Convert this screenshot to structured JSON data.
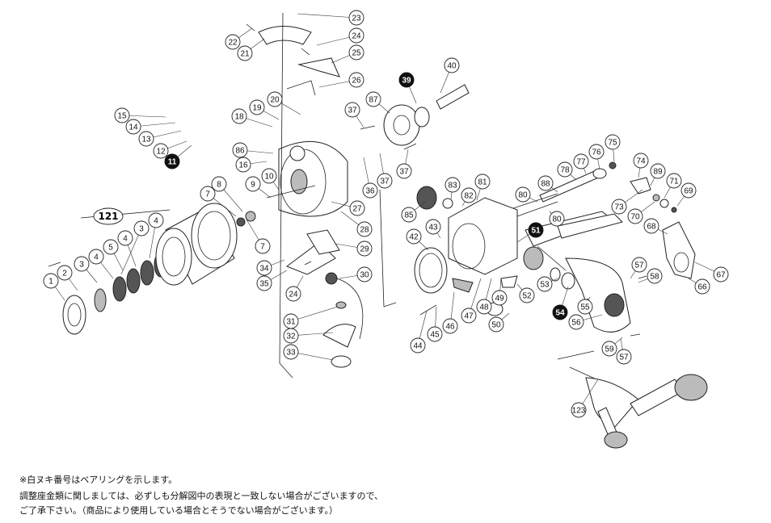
{
  "diagram_title": "121",
  "callouts": [
    {
      "id": "p1",
      "label": "1",
      "filled": false
    },
    {
      "id": "p2",
      "label": "2",
      "filled": false
    },
    {
      "id": "p3a",
      "label": "3",
      "filled": false
    },
    {
      "id": "p3b",
      "label": "3",
      "filled": false
    },
    {
      "id": "p4a",
      "label": "4",
      "filled": false
    },
    {
      "id": "p4b",
      "label": "4",
      "filled": false
    },
    {
      "id": "p4c",
      "label": "4",
      "filled": false
    },
    {
      "id": "p5",
      "label": "5",
      "filled": false
    },
    {
      "id": "p7a",
      "label": "7",
      "filled": false
    },
    {
      "id": "p7b",
      "label": "7",
      "filled": false
    },
    {
      "id": "p8",
      "label": "8",
      "filled": false
    },
    {
      "id": "p9",
      "label": "9",
      "filled": false
    },
    {
      "id": "p10",
      "label": "10",
      "filled": false
    },
    {
      "id": "p11",
      "label": "11",
      "filled": true
    },
    {
      "id": "p12",
      "label": "12",
      "filled": false
    },
    {
      "id": "p13",
      "label": "13",
      "filled": false
    },
    {
      "id": "p14",
      "label": "14",
      "filled": false
    },
    {
      "id": "p15",
      "label": "15",
      "filled": false
    },
    {
      "id": "p16",
      "label": "16",
      "filled": false
    },
    {
      "id": "p18",
      "label": "18",
      "filled": false
    },
    {
      "id": "p19",
      "label": "19",
      "filled": false
    },
    {
      "id": "p20",
      "label": "20",
      "filled": false
    },
    {
      "id": "p21",
      "label": "21",
      "filled": false
    },
    {
      "id": "p22",
      "label": "22",
      "filled": false
    },
    {
      "id": "p23",
      "label": "23",
      "filled": false
    },
    {
      "id": "p24a",
      "label": "24",
      "filled": false
    },
    {
      "id": "p24b",
      "label": "24",
      "filled": false
    },
    {
      "id": "p25",
      "label": "25",
      "filled": false
    },
    {
      "id": "p26",
      "label": "26",
      "filled": false
    },
    {
      "id": "p27",
      "label": "27",
      "filled": false
    },
    {
      "id": "p28",
      "label": "28",
      "filled": false
    },
    {
      "id": "p29",
      "label": "29",
      "filled": false
    },
    {
      "id": "p30",
      "label": "30",
      "filled": false
    },
    {
      "id": "p31",
      "label": "31",
      "filled": false
    },
    {
      "id": "p32",
      "label": "32",
      "filled": false
    },
    {
      "id": "p33",
      "label": "33",
      "filled": false
    },
    {
      "id": "p34",
      "label": "34",
      "filled": false
    },
    {
      "id": "p35",
      "label": "35",
      "filled": false
    },
    {
      "id": "p36",
      "label": "36",
      "filled": false
    },
    {
      "id": "p37a",
      "label": "37",
      "filled": false
    },
    {
      "id": "p37b",
      "label": "37",
      "filled": false
    },
    {
      "id": "p37c",
      "label": "37",
      "filled": false
    },
    {
      "id": "p39",
      "label": "39",
      "filled": true
    },
    {
      "id": "p40",
      "label": "40",
      "filled": false
    },
    {
      "id": "p42",
      "label": "42",
      "filled": false
    },
    {
      "id": "p43",
      "label": "43",
      "filled": false
    },
    {
      "id": "p44",
      "label": "44",
      "filled": false
    },
    {
      "id": "p45",
      "label": "45",
      "filled": false
    },
    {
      "id": "p46",
      "label": "46",
      "filled": false
    },
    {
      "id": "p47",
      "label": "47",
      "filled": false
    },
    {
      "id": "p48",
      "label": "48",
      "filled": false
    },
    {
      "id": "p49",
      "label": "49",
      "filled": false
    },
    {
      "id": "p50",
      "label": "50",
      "filled": false
    },
    {
      "id": "p51",
      "label": "51",
      "filled": true
    },
    {
      "id": "p52",
      "label": "52",
      "filled": false
    },
    {
      "id": "p53",
      "label": "53",
      "filled": false
    },
    {
      "id": "p54",
      "label": "54",
      "filled": true
    },
    {
      "id": "p55",
      "label": "55",
      "filled": false
    },
    {
      "id": "p56",
      "label": "56",
      "filled": false
    },
    {
      "id": "p57a",
      "label": "57",
      "filled": false
    },
    {
      "id": "p57b",
      "label": "57",
      "filled": false
    },
    {
      "id": "p58",
      "label": "58",
      "filled": false
    },
    {
      "id": "p59",
      "label": "59",
      "filled": false
    },
    {
      "id": "p66",
      "label": "66",
      "filled": false
    },
    {
      "id": "p67",
      "label": "67",
      "filled": false
    },
    {
      "id": "p68",
      "label": "68",
      "filled": false
    },
    {
      "id": "p69",
      "label": "69",
      "filled": false
    },
    {
      "id": "p70",
      "label": "70",
      "filled": false
    },
    {
      "id": "p71",
      "label": "71",
      "filled": false
    },
    {
      "id": "p73",
      "label": "73",
      "filled": false
    },
    {
      "id": "p74",
      "label": "74",
      "filled": false
    },
    {
      "id": "p75",
      "label": "75",
      "filled": false
    },
    {
      "id": "p76",
      "label": "76",
      "filled": false
    },
    {
      "id": "p77",
      "label": "77",
      "filled": false
    },
    {
      "id": "p78",
      "label": "78",
      "filled": false
    },
    {
      "id": "p80a",
      "label": "80",
      "filled": false
    },
    {
      "id": "p80b",
      "label": "80",
      "filled": false
    },
    {
      "id": "p81",
      "label": "81",
      "filled": false
    },
    {
      "id": "p82",
      "label": "82",
      "filled": false
    },
    {
      "id": "p83",
      "label": "83",
      "filled": false
    },
    {
      "id": "p85",
      "label": "85",
      "filled": false
    },
    {
      "id": "p86",
      "label": "86",
      "filled": false
    },
    {
      "id": "p87",
      "label": "87",
      "filled": false
    },
    {
      "id": "p88",
      "label": "88",
      "filled": false
    },
    {
      "id": "p89",
      "label": "89",
      "filled": false
    },
    {
      "id": "p123",
      "label": "123",
      "filled": false
    }
  ],
  "notes": {
    "line1": "※白ヌキ番号はベアリングを示します。",
    "line2": "調整座金類に関しましては、必ずしも分解図中の表現と一致しない場合がございますので、",
    "line3": "ご了承下さい。（商品により使用している場合とそうでない場合がございます。）"
  }
}
